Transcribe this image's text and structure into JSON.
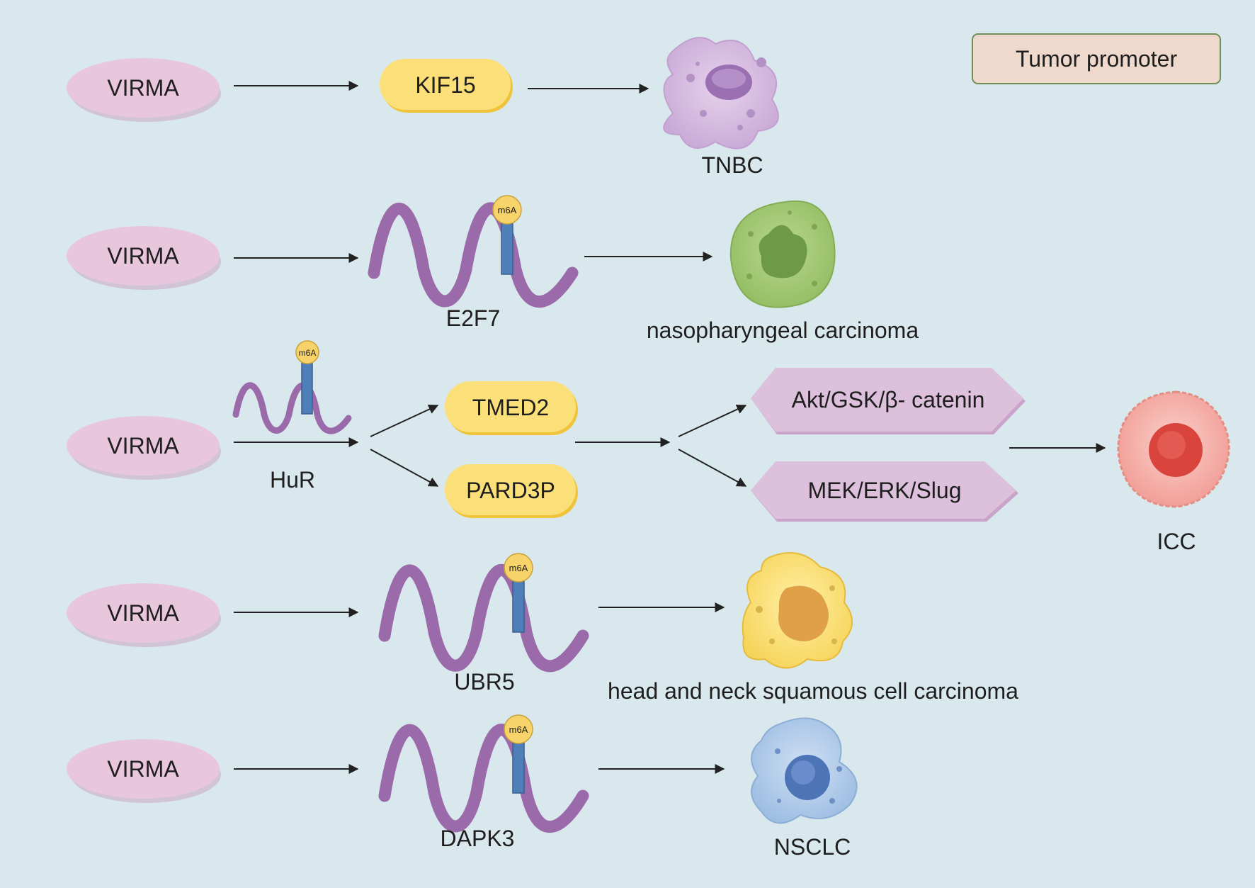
{
  "legend": {
    "label": "Tumor promoter",
    "fill": "#eed9cc",
    "stroke": "#6f8f58"
  },
  "colors": {
    "background": "#d9e8ec",
    "virma_fill": "#e8c6dc",
    "gene_pill_fill": "#fbe07a",
    "gene_pill_stroke": "#f0c43a",
    "rna_wave": "#9b6aaa",
    "m6a_stem": "#4f7fb8",
    "m6a_ball": "#f7d36a",
    "pathway_fill": "#dcc0dc",
    "arrow": "#222222"
  },
  "rows": [
    {
      "source": "VIRMA",
      "target": "KIF15",
      "target_type": "protein",
      "outcome": "TNBC",
      "cell_icon": "purple-cell-icon"
    },
    {
      "source": "VIRMA",
      "target": "E2F7",
      "target_type": "mrna",
      "modification": "m6A",
      "outcome": "nasopharyngeal carcinoma",
      "cell_icon": "green-cell-icon"
    },
    {
      "source": "VIRMA",
      "mediator": "HuR",
      "modification": "m6A",
      "targets": [
        "TMED2",
        "PARD3P"
      ],
      "pathways": [
        "Akt/GSK/β- catenin",
        "MEK/ERK/Slug"
      ],
      "outcome": "ICC",
      "cell_icon": "red-cell-icon"
    },
    {
      "source": "VIRMA",
      "target": "UBR5",
      "target_type": "mrna",
      "modification": "m6A",
      "outcome": "head and neck squamous cell carcinoma",
      "cell_icon": "yellow-cell-icon"
    },
    {
      "source": "VIRMA",
      "target": "DAPK3",
      "target_type": "mrna",
      "modification": "m6A",
      "outcome": "NSCLC",
      "cell_icon": "blue-cell-icon"
    }
  ]
}
